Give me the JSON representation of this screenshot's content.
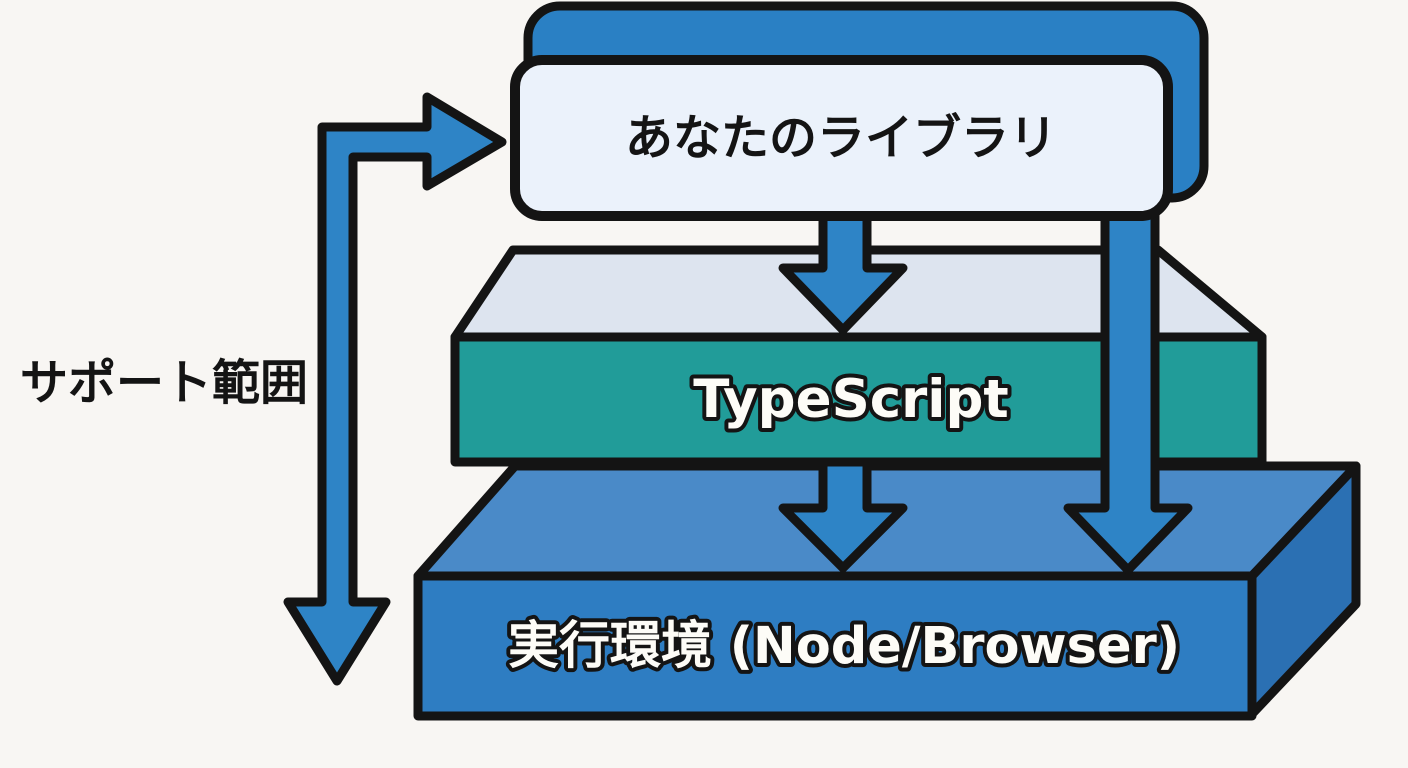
{
  "diagram": {
    "support_label": "サポート範囲",
    "layers": {
      "library": {
        "label": "あなたのライブラリ"
      },
      "typescript": {
        "label": "TypeScript"
      },
      "runtime": {
        "label": "実行環境 (Node/Browser)"
      }
    },
    "arrows": {
      "support_range": "support-range-bracket-arrow",
      "library_to_typescript": "down-arrow",
      "typescript_to_runtime": "down-arrow",
      "library_to_runtime": "long-down-arrow"
    },
    "colors": {
      "background": "#f8f6f3",
      "outline": "#141414",
      "arrow_blue": "#2e84c6",
      "library_back_blue": "#2a80c4",
      "library_face": "#ebf2fb",
      "typescript_top": "#dde4ef",
      "typescript_front": "#219c99",
      "runtime_top": "#4a8ac8",
      "runtime_front": "#2e7dc2",
      "runtime_side": "#2b70b3",
      "label_text": "#141414",
      "outlined_text_fill": "#fdfcf7"
    }
  }
}
